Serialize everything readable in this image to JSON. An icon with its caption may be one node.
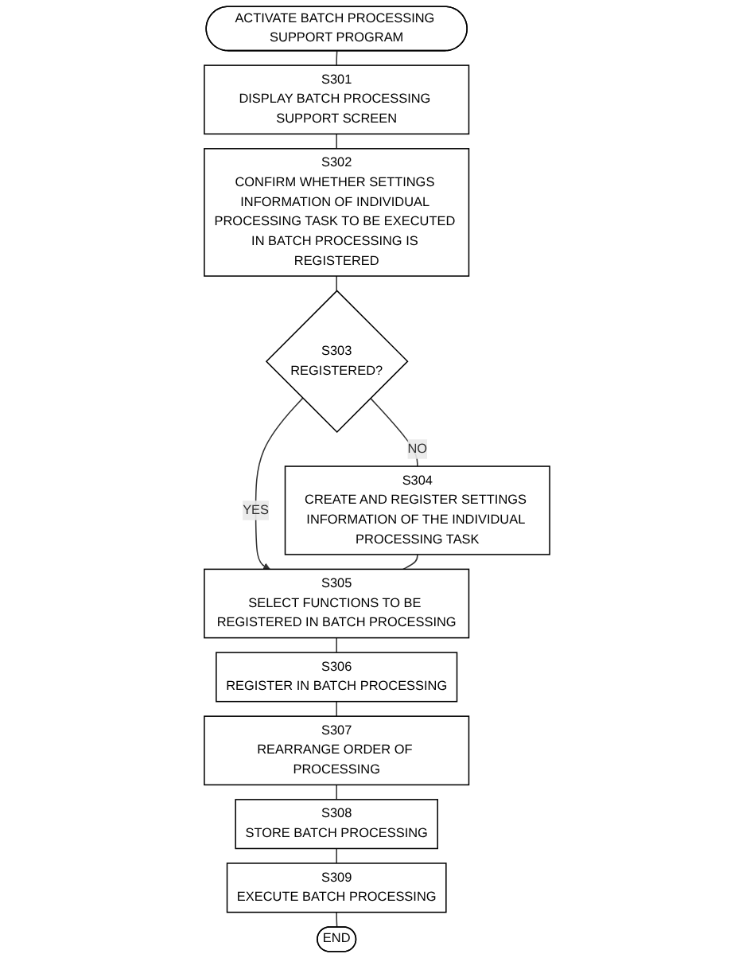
{
  "diagram": {
    "nodes": [
      {
        "text": [
          "ACTIVATE BATCH PROCESSING SUPPORT PROGRAM"
        ]
      },
      {
        "text": [
          "S301",
          "DISPLAY BATCH PROCESSING SUPPORT SCREEN"
        ]
      },
      {
        "text": [
          "S302",
          "CONFIRM WHETHER SETTINGS INFORMATION OF INDIVIDUAL PROCESSING TASK TO BE EXECUTED IN BATCH PROCESSING IS REGISTERED"
        ]
      },
      {
        "text": [
          "S303",
          "REGISTERED?"
        ]
      },
      {
        "text": [
          "S304",
          "CREATE AND REGISTER SETTINGS INFORMATION OF THE INDIVIDUAL PROCESSING TASK"
        ]
      },
      {
        "text": [
          "S305",
          "SELECT FUNCTIONS TO BE REGISTERED IN BATCH PROCESSING"
        ]
      },
      {
        "text": [
          "S306",
          "REGISTER IN BATCH PROCESSING"
        ]
      },
      {
        "text": [
          "S307",
          "REARRANGE ORDER OF PROCESSING"
        ]
      },
      {
        "text": [
          "S308",
          "STORE BATCH PROCESSING"
        ]
      },
      {
        "text": [
          "S309",
          "EXECUTE BATCH PROCESSING"
        ]
      },
      {
        "text": [
          "END"
        ]
      }
    ],
    "edges": [
      {
        "from": 0,
        "to": 1,
        "arrow": "none"
      },
      {
        "from": 1,
        "to": 2,
        "arrow": "none"
      },
      {
        "from": 2,
        "to": 3,
        "arrow": "none"
      },
      {
        "from": 3,
        "to": 4,
        "arrow": "none",
        "label": "NO"
      },
      {
        "from": 3,
        "to": 5,
        "arrow": "to",
        "label": "YES"
      },
      {
        "from": 4,
        "to": 5,
        "arrow": "none"
      },
      {
        "from": 5,
        "to": 6,
        "arrow": "none"
      },
      {
        "from": 6,
        "to": 7,
        "arrow": "none"
      },
      {
        "from": 7,
        "to": 8,
        "arrow": "none"
      },
      {
        "from": 8,
        "to": 9,
        "arrow": "none"
      },
      {
        "from": 9,
        "to": 10,
        "arrow": "none"
      }
    ]
  }
}
